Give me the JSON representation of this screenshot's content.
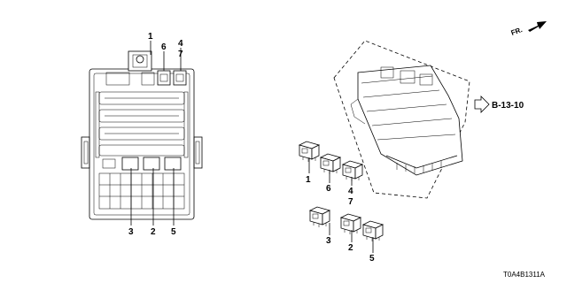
{
  "diagram_code": "T0A4B1311A",
  "reference": {
    "label": "B-13-10"
  },
  "direction": {
    "label": "FR."
  },
  "callouts": {
    "box_top": [
      "1",
      "6",
      "4",
      "7"
    ],
    "box_bottom": [
      "3",
      "2",
      "5"
    ],
    "relay_1": "1",
    "relay_6": "6",
    "relay_47_a": "4",
    "relay_47_b": "7",
    "relay_3": "3",
    "relay_2": "2",
    "relay_5": "5"
  },
  "colors": {
    "line": "#000000",
    "background": "#ffffff"
  },
  "icons": [
    "fuse-box-front-view",
    "fuse-box-iso-view",
    "relay-icon",
    "arrow-right-icon",
    "front-arrow-icon"
  ]
}
